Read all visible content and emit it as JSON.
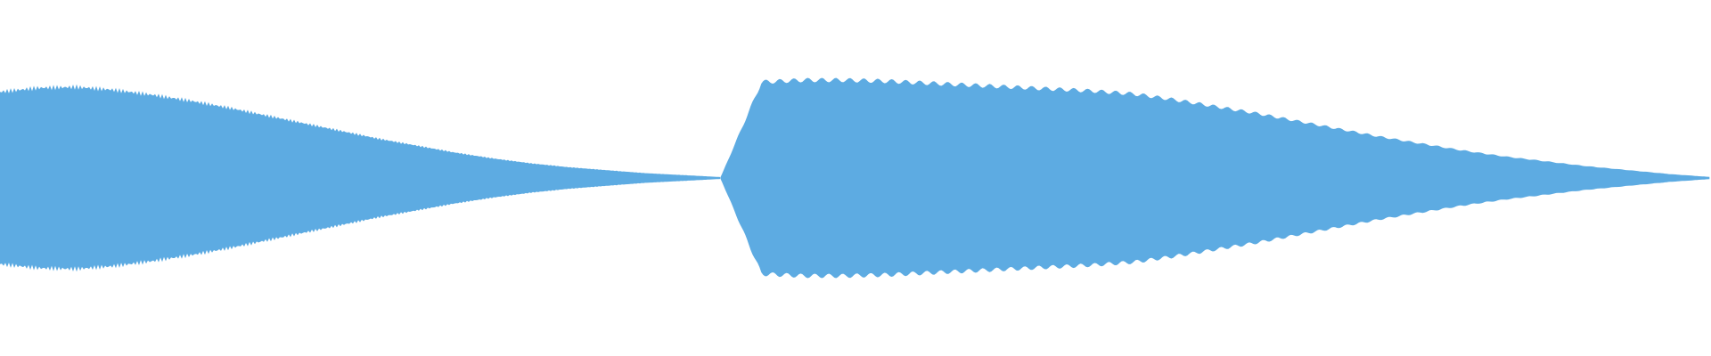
{
  "waveform": {
    "color": "#5DABE2",
    "background": "#FFFFFF",
    "segments": [
      {
        "name": "first-clip",
        "start_fraction": 0.0,
        "end_fraction": 0.421,
        "amplitude_samples": [
          0.88,
          0.92,
          0.93,
          0.9,
          0.85,
          0.79,
          0.72,
          0.64,
          0.56,
          0.48,
          0.4,
          0.33,
          0.26,
          0.2,
          0.15,
          0.11,
          0.08,
          0.05,
          0.03,
          0.01
        ]
      },
      {
        "name": "second-clip",
        "start_fraction": 0.421,
        "end_fraction": 1.0,
        "amplitude_samples": [
          0.0,
          0.98,
          1.0,
          1.0,
          0.99,
          0.97,
          0.95,
          0.93,
          0.91,
          0.89,
          0.86,
          0.8,
          0.73,
          0.66,
          0.58,
          0.5,
          0.42,
          0.35,
          0.28,
          0.22,
          0.17,
          0.12,
          0.08,
          0.04,
          0.01
        ]
      }
    ]
  }
}
